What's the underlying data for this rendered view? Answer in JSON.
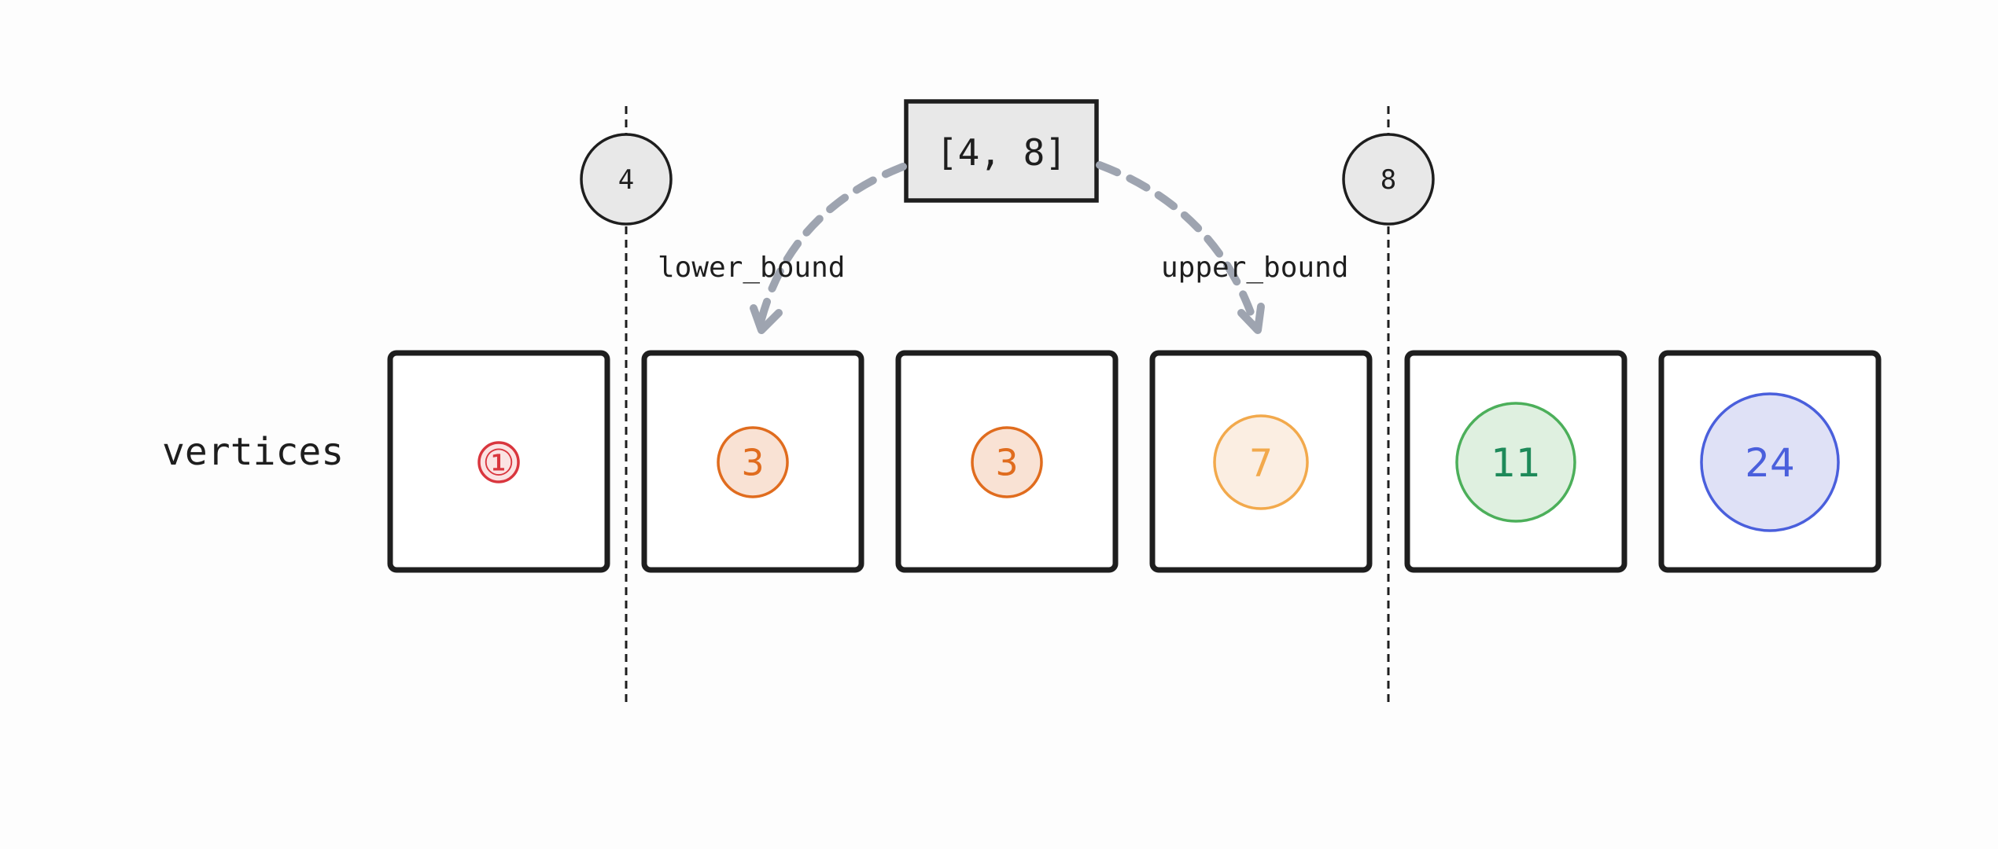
{
  "row_label": "vertices",
  "query_label": "[4, 8]",
  "bound_markers": [
    {
      "value": "4"
    },
    {
      "value": "8"
    }
  ],
  "arrow_labels": {
    "lower": "lower_bound",
    "upper": "upper_bound"
  },
  "cells": [
    {
      "value": "①",
      "fill": "#fbe3e3",
      "stroke": "#d9363e",
      "text_color": "#d9363e"
    },
    {
      "value": "3",
      "fill": "#f9e2d4",
      "stroke": "#e06c1e",
      "text_color": "#e06c1e"
    },
    {
      "value": "3",
      "fill": "#f9e2d4",
      "stroke": "#e06c1e",
      "text_color": "#e06c1e"
    },
    {
      "value": "7",
      "fill": "#fbeee2",
      "stroke": "#f2a94c",
      "text_color": "#f2a94c"
    },
    {
      "value": "11",
      "fill": "#dff0e0",
      "stroke": "#4caf5a",
      "text_color": "#1e8a5a"
    },
    {
      "value": "24",
      "fill": "#dfe1f6",
      "stroke": "#4a5fdc",
      "text_color": "#4a5fdc"
    }
  ],
  "colors": {
    "box_stroke": "#1e1e1e",
    "marker_fill": "#e8e8e8",
    "arrow": "#9ea4b0",
    "text": "#1e1e1e"
  }
}
